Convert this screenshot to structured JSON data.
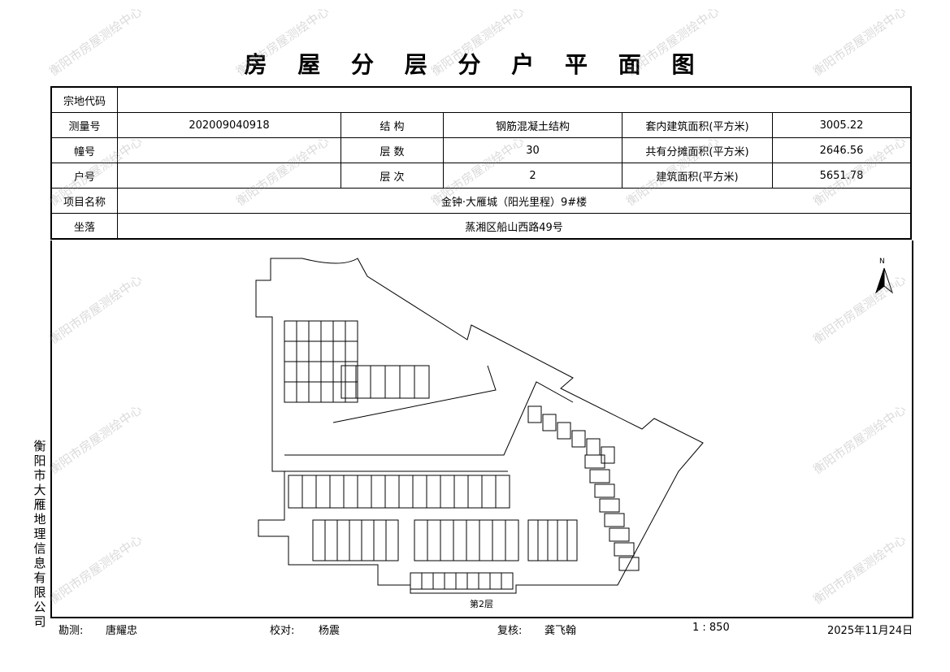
{
  "title": "房 屋 分 层 分 户 平 面 图",
  "table": {
    "parcel_code_label": "宗地代码",
    "parcel_code": "",
    "survey_no_label": "测量号",
    "survey_no": "202009040918",
    "structure_label": "结 构",
    "structure": "钢筋混凝土结构",
    "inner_area_label": "套内建筑面积(平方米)",
    "inner_area": "3005.22",
    "building_no_label": "幢号",
    "building_no": "",
    "floors_label": "层 数",
    "floors": "30",
    "shared_area_label": "共有分摊面积(平方米)",
    "shared_area": "2646.56",
    "unit_no_label": "户号",
    "unit_no": "",
    "floor_label": "层 次",
    "floor": "2",
    "total_area_label": "建筑面积(平方米)",
    "total_area": "5651.78",
    "project_label": "项目名称",
    "project": "金钟·大雁城（阳光里程）9#楼",
    "location_label": "坐落",
    "location": "蒸湘区船山西路49号"
  },
  "plan": {
    "floor_caption": "第2层",
    "north": "N"
  },
  "side_text": "衡阳市大雁地理信息有限公司",
  "footer": {
    "surveyor_label": "勘测:",
    "surveyor": "唐耀忠",
    "checker_label": "校对:",
    "checker": "杨震",
    "reviewer_label": "复核:",
    "reviewer": "龚飞翰",
    "scale": "1 : 850",
    "date": "2025年11月24日"
  },
  "watermark": "衡阳市房屋测绘中心"
}
